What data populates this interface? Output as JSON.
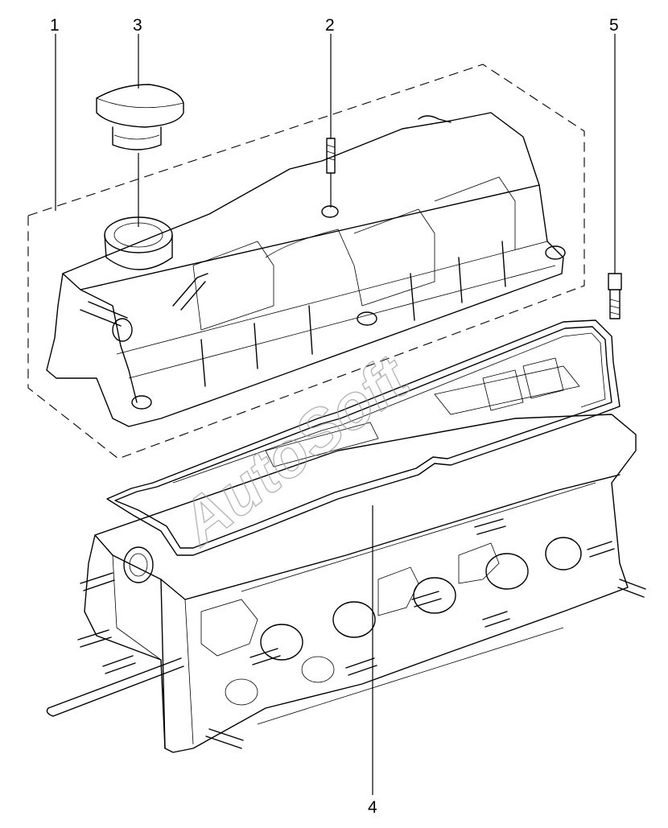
{
  "diagram": {
    "callouts": [
      {
        "id": "1",
        "part": "cylinder-head-cover"
      },
      {
        "id": "2",
        "part": "stud"
      },
      {
        "id": "3",
        "part": "oil-filler-cap"
      },
      {
        "id": "4",
        "part": "cover-gasket"
      },
      {
        "id": "5",
        "part": "bolt"
      }
    ],
    "watermark": "AutoSoft"
  }
}
